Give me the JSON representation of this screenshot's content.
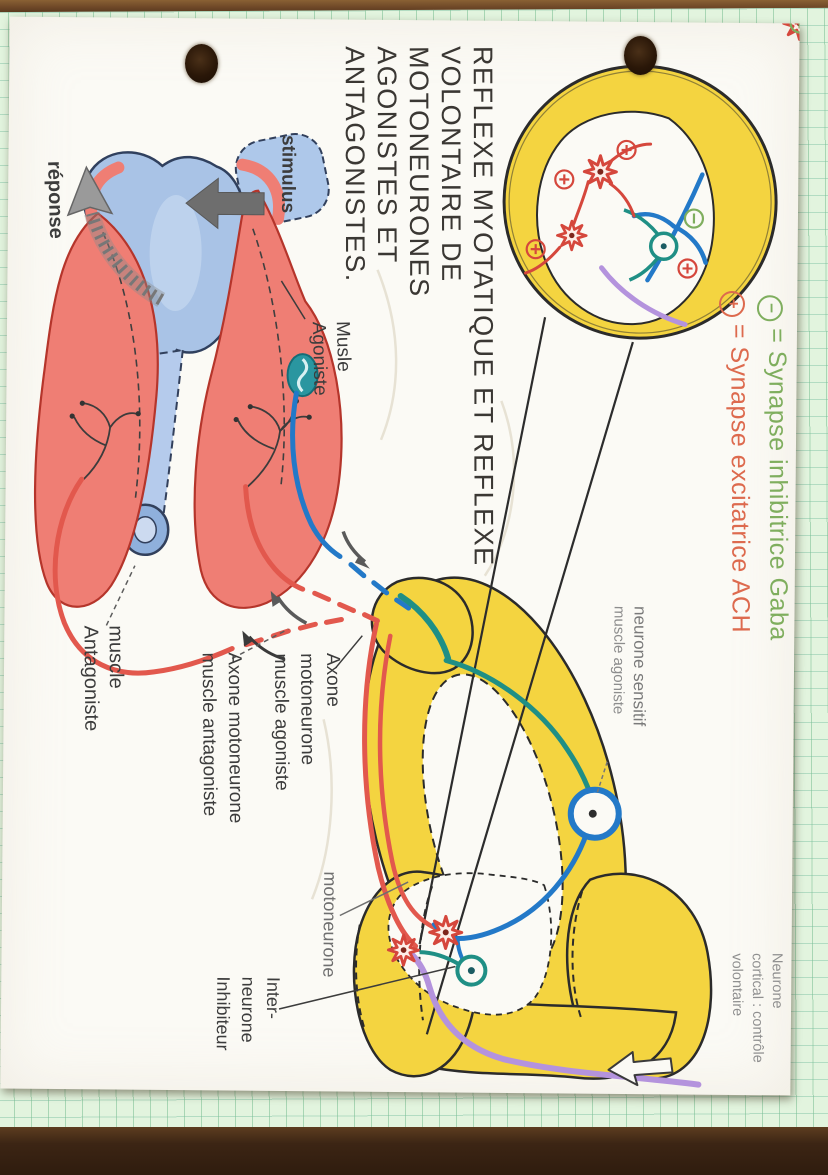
{
  "title": {
    "line1": "REFLEXE MYOTATIQUE ET REFLEXE",
    "line2": "VOLONTAIRE DE",
    "line3": "MOTONEURONES",
    "line4": "AGONISTES ET",
    "line5": "ANTAGONISTES."
  },
  "legend": {
    "inhibitory": {
      "symbol": "−",
      "label": "= Synapse inhibitrice Gaba",
      "color": "#7fae5e"
    },
    "excitatory": {
      "symbol": "+",
      "label": "= Synapse excitatrice ACH",
      "color": "#dd6a4e"
    }
  },
  "labels": {
    "stimulus": "stimulus",
    "reponse": "réponse",
    "muscle_agonist": {
      "line1": "Musle",
      "line2": "Agoniste"
    },
    "muscle_antagonist": {
      "line1": "muscle",
      "line2": "Antagoniste"
    },
    "axon_agonist": {
      "line1": "Axone",
      "line2": "motoneurone",
      "line3": "muscle agoniste"
    },
    "axon_antagonist": {
      "line1": "Axone motoneurone",
      "line2": "muscle antagoniste"
    },
    "sensory_neuron": {
      "line1": "neurone sensitif",
      "line2": "muscle agoniste"
    },
    "motoneuron": "motoneurone",
    "interneuron": {
      "line1": "Inter-",
      "line2": "neurone",
      "line3": "Inhibiteur"
    },
    "cortical_neuron": {
      "line1": "Neurone",
      "line2": "cortical : contrôle",
      "line3": "volontaire"
    }
  },
  "colors": {
    "marker_yellow": "#f4d440",
    "muscle_red": "#ef7e74",
    "axon_red": "#e2584d",
    "bone_blue": "#a9c3e6",
    "axon_blue": "#2379c8",
    "spindle_teal": "#1f8f85",
    "cortical_purple": "#b493dd",
    "paper": "#fbfaf5",
    "grid_paper_green": "#e2f4de"
  }
}
